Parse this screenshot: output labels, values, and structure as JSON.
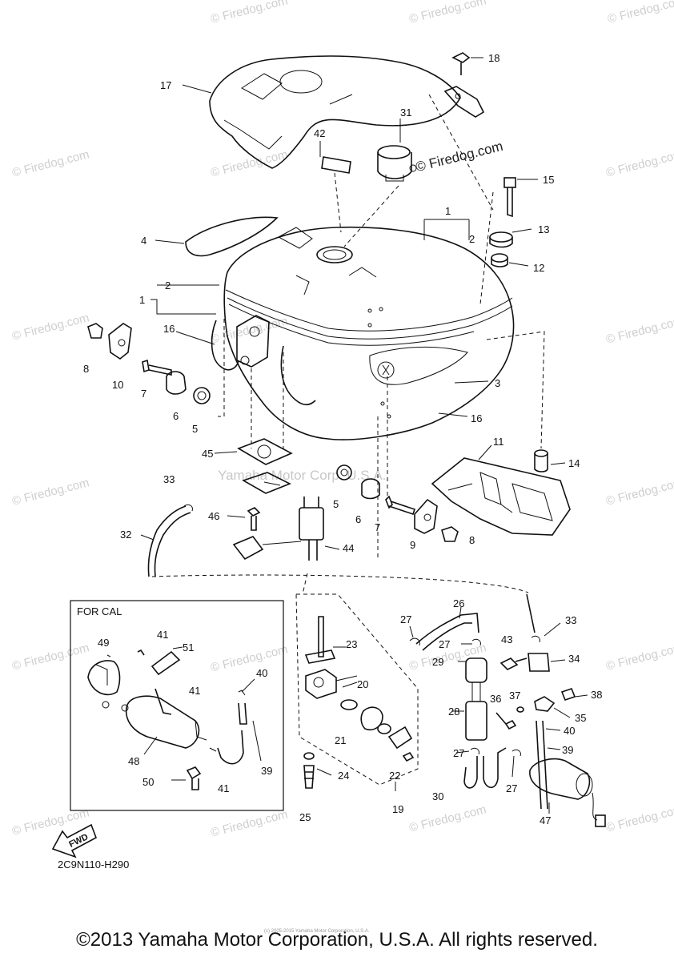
{
  "watermark": "© Firedog.com",
  "watermark_big": "© Firedog.com",
  "center_watermark": "Yamaha Motor Corp. U.S.A.",
  "tiny_copyright": "(c) 2005-2015 Yamaha Motor Corporation, U.S.A.",
  "cal_box_title": "FOR CAL",
  "fwd_label": "FWD",
  "diagram_code": "2C9N110-H290",
  "footer": "©2013 Yamaha Motor Corporation, U.S.A. All rights reserved.",
  "callouts": {
    "c1a": "1",
    "c1b": "1",
    "c2a": "2",
    "c2b": "2",
    "c3": "3",
    "c4": "4",
    "c5a": "5",
    "c5b": "5",
    "c6a": "6",
    "c6b": "6",
    "c7a": "7",
    "c7b": "7",
    "c8a": "8",
    "c8b": "8",
    "c9": "9",
    "c10": "10",
    "c11": "11",
    "c12": "12",
    "c13": "13",
    "c14": "14",
    "c15": "15",
    "c16a": "16",
    "c16b": "16",
    "c17": "17",
    "c18": "18",
    "c19": "19",
    "c20": "20",
    "c21": "21",
    "c22": "22",
    "c23": "23",
    "c24": "24",
    "c25": "25",
    "c26": "26",
    "c27a": "27",
    "c27b": "27",
    "c27c": "27",
    "c27d": "27",
    "c28": "28",
    "c29": "29",
    "c30": "30",
    "c31": "31",
    "c32": "32",
    "c33a": "33",
    "c33b": "33",
    "c34": "34",
    "c35": "35",
    "c36": "36",
    "c37": "37",
    "c38": "38",
    "c39a": "39",
    "c39b": "39",
    "c40a": "40",
    "c40b": "40",
    "c41a": "41",
    "c41b": "41",
    "c41c": "41",
    "c42": "42",
    "c43": "43",
    "c44": "44",
    "c45": "45",
    "c46": "46",
    "c47": "47",
    "c48": "48",
    "c49": "49",
    "c50": "50",
    "c51": "51"
  }
}
